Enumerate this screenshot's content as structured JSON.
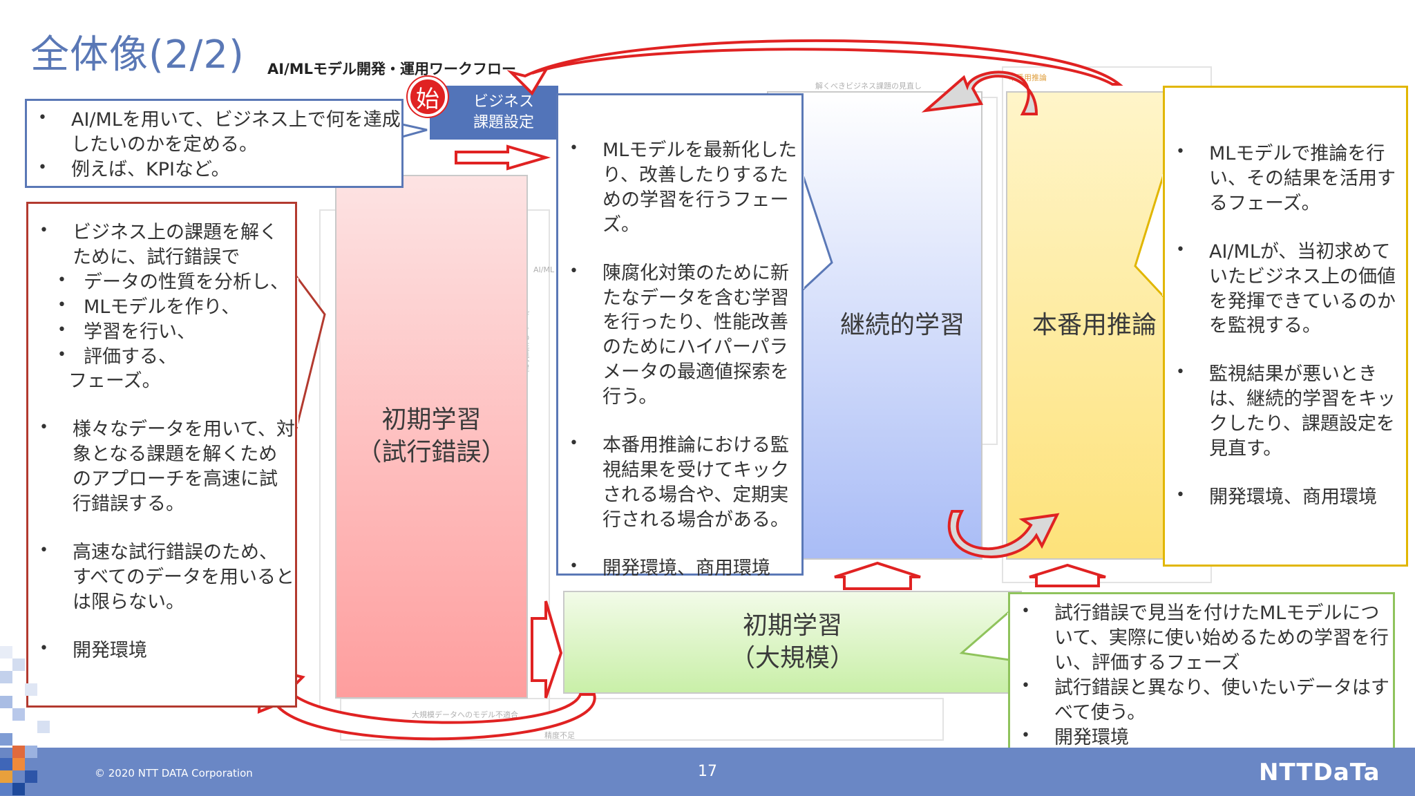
{
  "slide": {
    "title": "全体像(2/2)",
    "subtitle": "AI/MLモデル開発・運用ワークフロー"
  },
  "phases": {
    "business_setting": "ビジネス\n課題設定",
    "start_badge": "始",
    "initial_trial": "初期学習\n（試行錯誤）",
    "continuous": "継続的学習",
    "production": "本番用推論",
    "initial_large": "初期学習\n（大規模）"
  },
  "callouts": {
    "business": [
      "AI/MLを用いて、ビジネス上で何を達成したいのかを定める。",
      "例えば、KPIなど。"
    ],
    "trial": {
      "item1_lead": "ビジネス上の課題を解くために、試行錯誤で",
      "item1_sub": [
        "データの性質を分析し、",
        "MLモデルを作り、",
        "学習を行い、",
        "評価する、"
      ],
      "item1_tail": "フェーズ。",
      "items": [
        "様々なデータを用いて、対象となる課題を解くためのアプローチを高速に試行錯誤する。",
        "高速な試行錯誤のため、すべてのデータを用いるとは限らない。",
        "開発環境"
      ]
    },
    "continuous": [
      "MLモデルを最新化したり、改善したりするための学習を行うフェーズ。",
      "陳腐化対策のために新たなデータを含む学習を行ったり、性能改善のためにハイパーパラメータの最適値探索を行う。",
      "本番用推論における監視結果を受けてキックされる場合や、定期実行される場合がある。",
      "開発環境、商用環境"
    ],
    "production": [
      "MLモデルで推論を行い、その結果を活用するフェーズ。",
      "AI/MLが、当初求めていたビジネス上の価値を発揮できているのかを監視する。",
      "監視結果が悪いときは、継続的学習をキックしたり、課題設定を見直す。",
      "開発環境、商用環境"
    ],
    "large": [
      "試行錯誤で見当を付けたMLモデルについて、実際に使い始めるための学習を行い、評価するフェーズ",
      "試行錯誤と異なり、使いたいデータはすべて使う。",
      "開発環境"
    ]
  },
  "background_labels": {
    "top_loop": "解くべきビジネス課題の見直し",
    "bottom_loop": "大規模データへのモデル不適合",
    "bottom_loop2": "精度不足",
    "side_label": "データの性質不足",
    "small_tag": "AI/ML",
    "prod_tag": "本番用推論"
  },
  "footer": {
    "copyright": "© 2020 NTT DATA Corporation",
    "page_number": "17",
    "logo": "NTTDaTa"
  },
  "colors": {
    "title": "#5a78b6",
    "footer": "#6a87c5",
    "arrow_red": "#e02222",
    "trial_border": "#b33a2f",
    "continuous_border": "#5a78b6",
    "production_border": "#e1b600",
    "large_border": "#8fc35c"
  }
}
